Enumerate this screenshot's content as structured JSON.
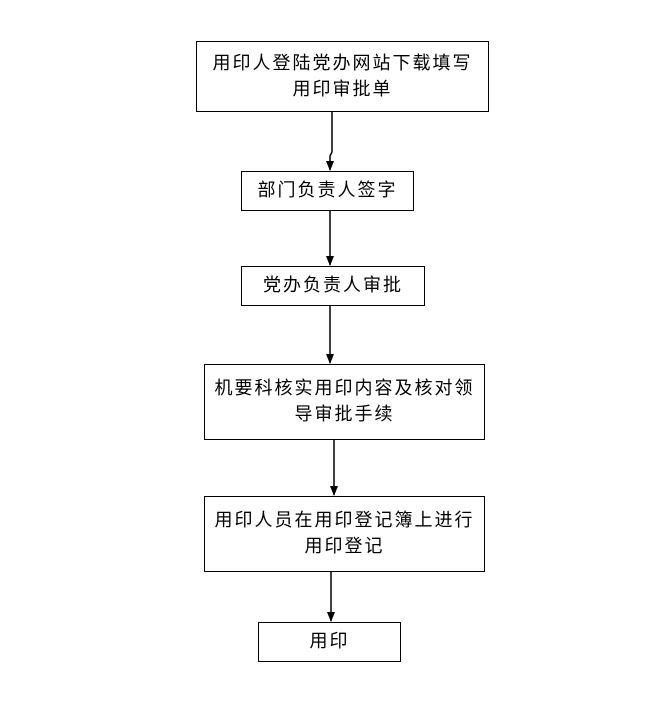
{
  "steps": [
    "用印人登陆党办网站下载填写用印审批单",
    "部门负责人签字",
    "党办负责人审批",
    "机要科核实用印内容及核对领导审批手续",
    "用印人员在用印登记簿上进行用印登记",
    "用印"
  ],
  "colors": {
    "line": "#000000",
    "box_fill": "#ffffff",
    "text": "#000000"
  }
}
